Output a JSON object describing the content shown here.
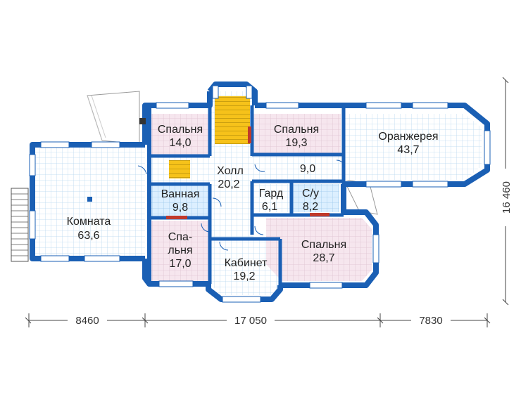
{
  "rooms": {
    "spalnya_left": {
      "name": "Спальня",
      "area": "14,0"
    },
    "spalnya_top": {
      "name": "Спальня",
      "area": "19,3"
    },
    "oranzhereya": {
      "name": "Оранжерея",
      "area": "43,7"
    },
    "koridor": {
      "area": "9,0"
    },
    "holl": {
      "name": "Холл",
      "area": "20,2"
    },
    "vannaya": {
      "name": "Ванная",
      "area": "9,8"
    },
    "gard": {
      "name": "Гард",
      "area": "6,1"
    },
    "su": {
      "name": "С/у",
      "area": "8,2"
    },
    "komnata": {
      "name": "Комната",
      "area": "63,6"
    },
    "spalnya_split": {
      "name1": "Спа-",
      "name2": "льня",
      "area": "17,0"
    },
    "kabinet": {
      "name": "Кабинет",
      "area": "19,2"
    },
    "spalnya_right": {
      "name": "Спальня",
      "area": "28,7"
    }
  },
  "dimensions": {
    "left": "8460",
    "total": "17 050",
    "right": "7830",
    "height": "16 460"
  },
  "colors": {
    "wall": "#1a5fb4",
    "floor": "#ffffff",
    "grid": "#b9d8f0",
    "pink": "#f3e1ea",
    "bath": "#d6ecfa",
    "stair": "#f6c21a",
    "window": "#ffffff"
  }
}
